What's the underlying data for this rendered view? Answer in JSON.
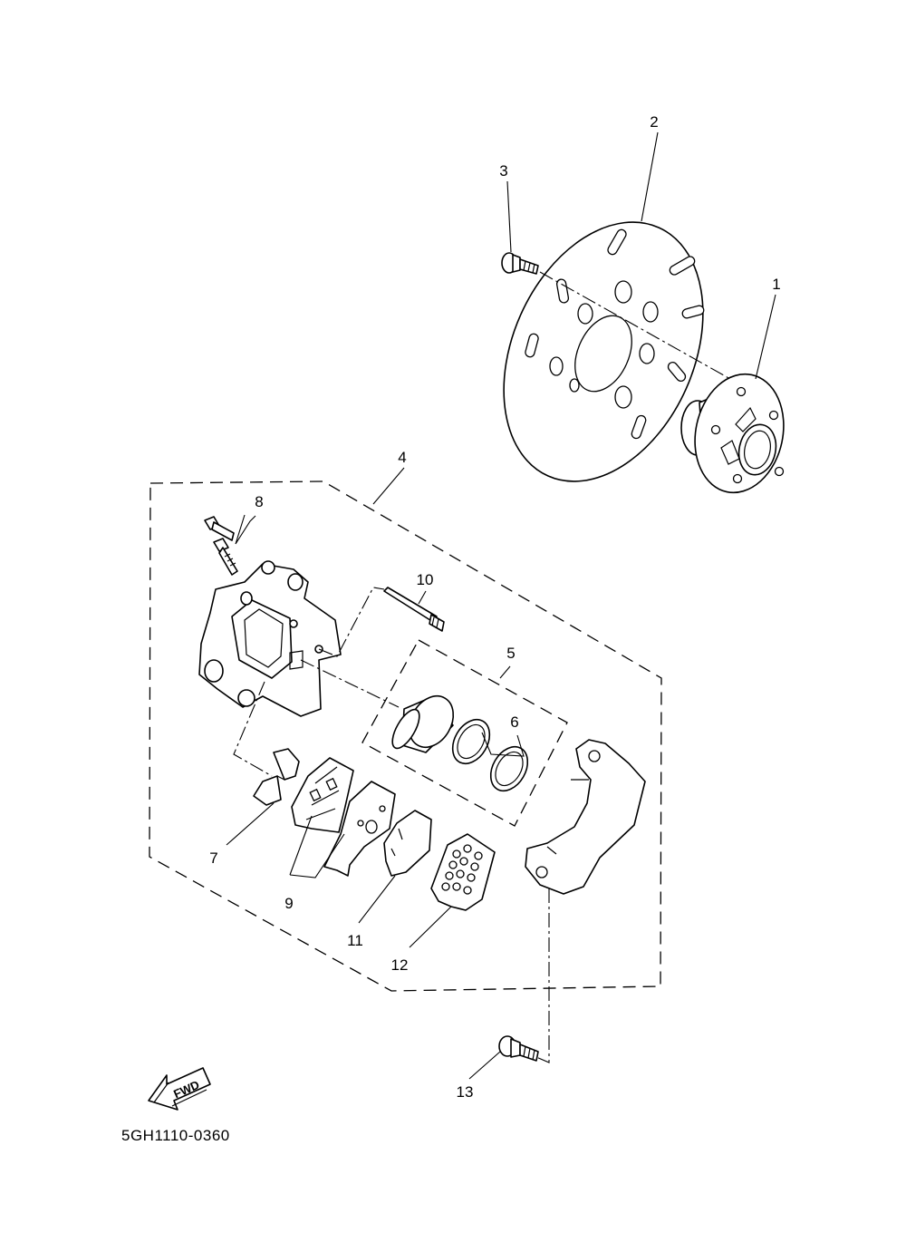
{
  "diagram": {
    "code": "5GH1110-0360",
    "fwd_label": "FWD",
    "callouts": [
      {
        "id": "1",
        "part": "hub"
      },
      {
        "id": "2",
        "part": "brake-disc"
      },
      {
        "id": "3",
        "part": "disc-bolt"
      },
      {
        "id": "4",
        "part": "caliper-assembly"
      },
      {
        "id": "5",
        "part": "piston-kit"
      },
      {
        "id": "6",
        "part": "seal-kit"
      },
      {
        "id": "7",
        "part": "pad-support"
      },
      {
        "id": "8",
        "part": "bleed-screw-set"
      },
      {
        "id": "9",
        "part": "brake-pad-kit"
      },
      {
        "id": "10",
        "part": "pin"
      },
      {
        "id": "11",
        "part": "pad-shim"
      },
      {
        "id": "12",
        "part": "pad-spring"
      },
      {
        "id": "13",
        "part": "bracket-bolt"
      }
    ]
  }
}
